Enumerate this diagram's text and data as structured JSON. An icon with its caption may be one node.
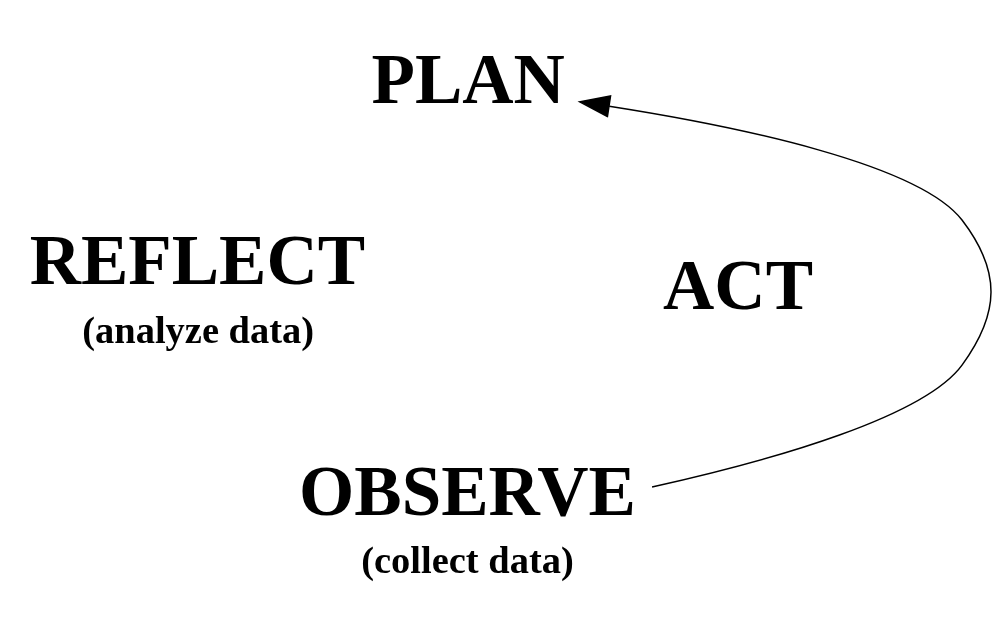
{
  "diagram": {
    "nodes": [
      {
        "text": [
          "PLAN"
        ]
      },
      {
        "text": [
          "REFLECT",
          "(analyze data)"
        ]
      },
      {
        "text": [
          "ACT"
        ]
      },
      {
        "text": [
          "OBSERVE",
          "(collect data)"
        ]
      }
    ],
    "edges": [
      {
        "from": 3,
        "to": 0,
        "arrow": "to"
      }
    ]
  }
}
